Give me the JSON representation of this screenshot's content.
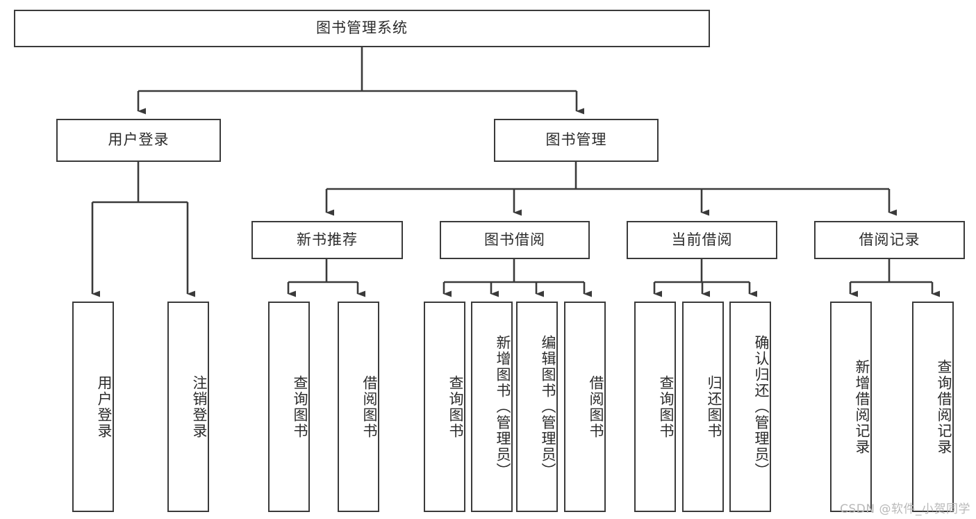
{
  "diagram": {
    "title": "图书管理系统",
    "type": "tree-hierarchy-diagram",
    "colors": {
      "box_border": "#3a3a3a",
      "box_fill": "#ffffff",
      "connector": "#3a3a3a",
      "text": "#2b2b2b",
      "watermark": "#b9b9b9"
    },
    "root": {
      "label": "图书管理系统"
    },
    "level2": [
      {
        "label": "用户登录"
      },
      {
        "label": "图书管理"
      }
    ],
    "level3": [
      {
        "label": "新书推荐"
      },
      {
        "label": "图书借阅"
      },
      {
        "label": "当前借阅"
      },
      {
        "label": "借阅记录"
      }
    ],
    "leaves": {
      "user_login": [
        {
          "label": "用户登录"
        },
        {
          "label": "注销登录"
        }
      ],
      "new_book_recommend": [
        {
          "label": "查询图书"
        },
        {
          "label": "借阅图书"
        }
      ],
      "book_borrow": [
        {
          "label": "查询图书"
        },
        {
          "label": "新增图书（管理员）"
        },
        {
          "label": "编辑图书（管理员）"
        },
        {
          "label": "借阅图书"
        }
      ],
      "current_borrow": [
        {
          "label": "查询图书"
        },
        {
          "label": "归还图书"
        },
        {
          "label": "确认归还（管理员）"
        }
      ],
      "borrow_record": [
        {
          "label": "新增借阅记录"
        },
        {
          "label": "查询借阅记录"
        }
      ]
    }
  },
  "watermark": {
    "text": "CSDN @软件_小贺同学"
  }
}
